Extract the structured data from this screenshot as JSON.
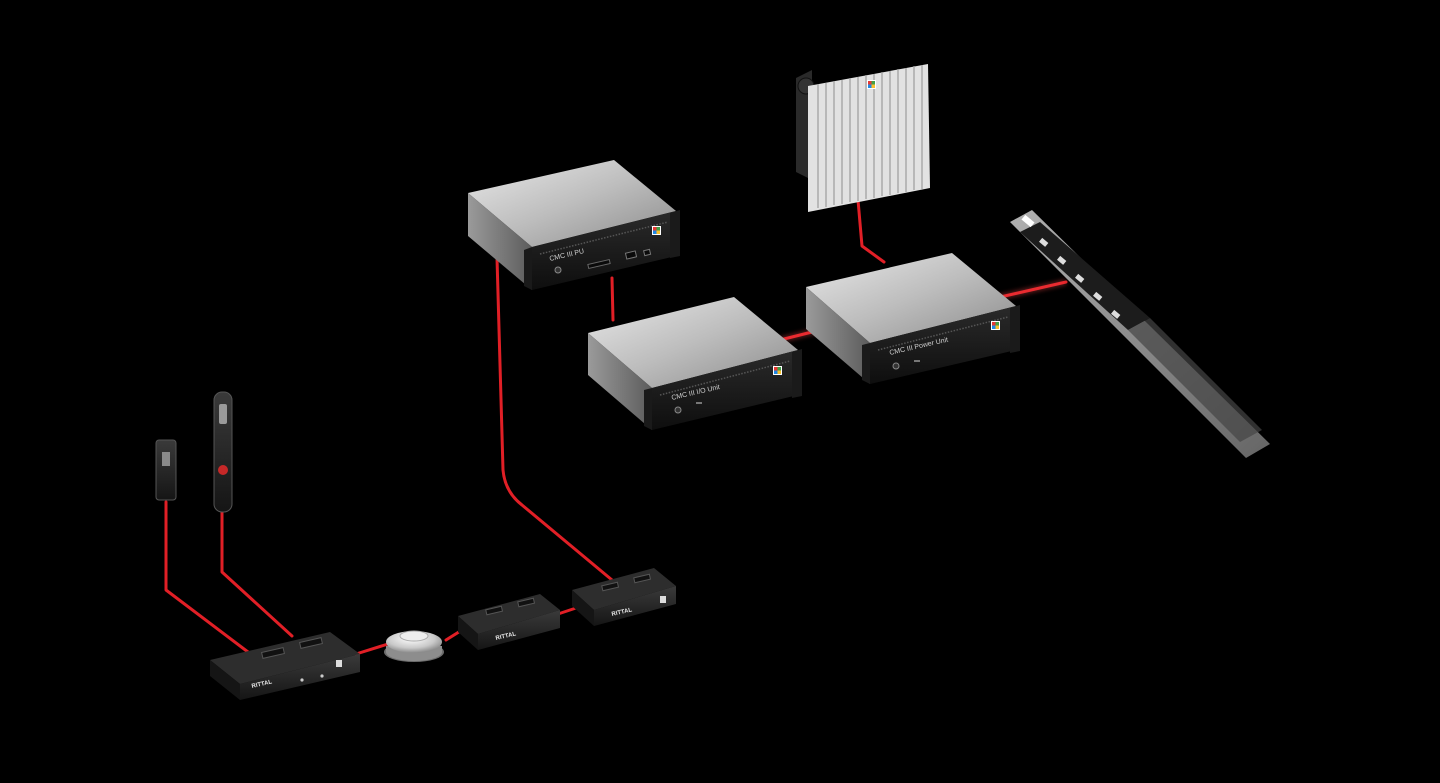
{
  "scene": {
    "background": "#000000",
    "cable_color": "#e11f26",
    "devices": {
      "pu": {
        "label": "CMC III PU"
      },
      "io_unit": {
        "label": "CMC III I/O Unit"
      },
      "power_unit": {
        "label": "CMC III Power Unit"
      }
    },
    "sensor_brand": "RITTAL"
  }
}
